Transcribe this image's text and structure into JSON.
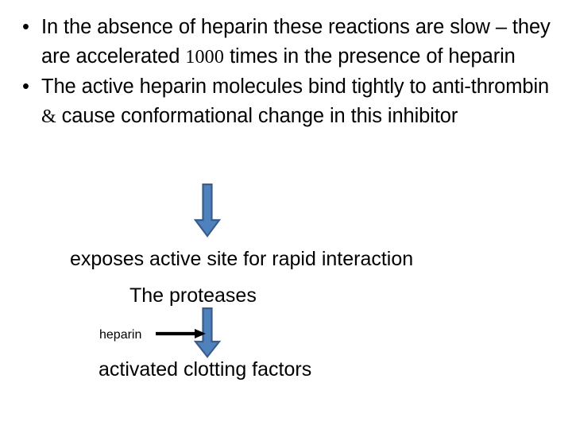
{
  "slide": {
    "background_color": "#ffffff",
    "text_color": "#000000",
    "accent_color": "#4f81bd",
    "accent_border_color": "#385d8a"
  },
  "bullets": [
    {
      "marker": "•",
      "segments": [
        {
          "style": "normal",
          "text": "In the absence of heparin these reactions are slow – they are accelerated "
        },
        {
          "style": "alt-number",
          "text": "1000"
        },
        {
          "style": "normal",
          "text": " times in the presence of heparin"
        }
      ],
      "plain_text": "In the absence of heparin these reactions are slow – they are accelerated 1000 times in the presence of heparin"
    },
    {
      "marker": "•",
      "segments": [
        {
          "style": "normal",
          "text": "The active heparin molecules bind tightly to anti-thrombin "
        },
        {
          "style": "alt-amp",
          "text": "&"
        },
        {
          "style": "normal",
          "text": " cause conformational change in this inhibitor"
        }
      ],
      "plain_text": "The active heparin molecules bind tightly to anti-thrombin & cause conformational change in this inhibitor"
    }
  ],
  "flow": {
    "line_exposes": "exposes active site for rapid interaction",
    "line_proteases": "The proteases",
    "line_activated": "activated clotting factors",
    "label_heparin": "heparin"
  },
  "icons": {
    "arrow_down_top": "down-block-arrow",
    "arrow_down_bottom": "down-block-arrow",
    "arrow_heparin_right": "right-line-arrow"
  }
}
